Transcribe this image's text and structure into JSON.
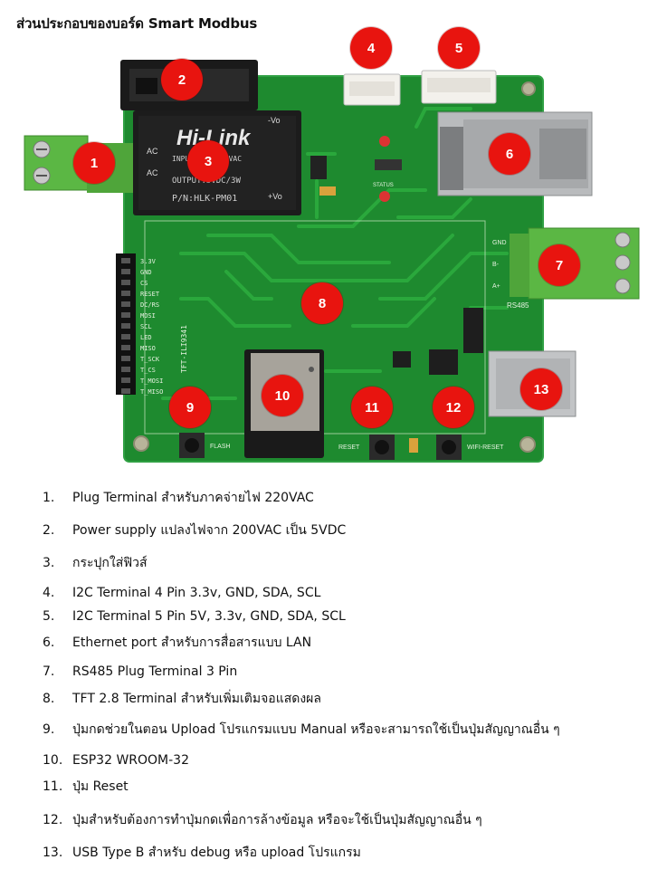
{
  "title": "ส่วนประกอบของบอร์ด Smart Modbus",
  "board": {
    "psu_brand": "Hi-Link",
    "psu_model": "P/N:HLK-PM01",
    "psu_output": "OUTPUT:5VDC/3W",
    "psu_input": "INPUT:100-240VAC",
    "ac_label": "AC",
    "vo_minus": "-Vo",
    "vo_plus": "+Vo",
    "tft_header": "TFT-ILI9341",
    "tft_pins": [
      "3.3V",
      "GND",
      "CS",
      "RESET",
      "DC/RS",
      "MOSI",
      "SCL",
      "LED",
      "MISO",
      "T_SCK",
      "T_CS",
      "T_MOSI",
      "T_MISO"
    ],
    "rs485_label": "RS485",
    "rs485_pins": [
      "GND",
      "B-",
      "A+"
    ],
    "flash_label": "FLASH",
    "reset_label": "RESET",
    "wifi_reset_label": "WIFI-RESET",
    "status_label": "STATUS",
    "markers": [
      "1",
      "2",
      "3",
      "4",
      "5",
      "6",
      "7",
      "8",
      "9",
      "10",
      "11",
      "12",
      "13"
    ]
  },
  "legend": [
    {
      "num": "1.",
      "text": "Plug Terminal สำหรับภาคจ่ายไฟ 220VAC"
    },
    {
      "num": "2.",
      "text": "Power supply แปลงไฟจาก 200VAC เป็น 5VDC"
    },
    {
      "num": "3.",
      "text": "กระปุกใส่ฟิวส์"
    },
    {
      "num": "4.",
      "text": "I2C Terminal 4 Pin 3.3v, GND, SDA, SCL"
    },
    {
      "num": "5.",
      "text": "I2C Terminal 5 Pin 5V, 3.3v, GND, SDA, SCL"
    },
    {
      "num": "6.",
      "text": "Ethernet port สำหรับการสื่อสารแบบ LAN"
    },
    {
      "num": "7.",
      "text": "RS485 Plug Terminal 3 Pin"
    },
    {
      "num": "8.",
      "text": "TFT 2.8 Terminal สำหรับเพิ่มเติมจอแสดงผล"
    },
    {
      "num": "9.",
      "text": "ปุ่มกดช่วยในตอน Upload โปรแกรมแบบ Manual หรือจะสามารถใช้เป็นปุ่มสัญญาณอื่น ๆ"
    },
    {
      "num": "10.",
      "text": "ESP32 WROOM-32"
    },
    {
      "num": "11.",
      "text": "ปุ่ม Reset"
    },
    {
      "num": "12.",
      "text": "ปุ่มสำหรับต้องการทำปุ่มกดเพื่อการล้างข้อมูล หรือจะใช้เป็นปุ่มสัญญาณอื่น ๆ"
    },
    {
      "num": "13.",
      "text": "USB Type B สำหรับ debug หรือ upload โปรแกรม"
    }
  ]
}
